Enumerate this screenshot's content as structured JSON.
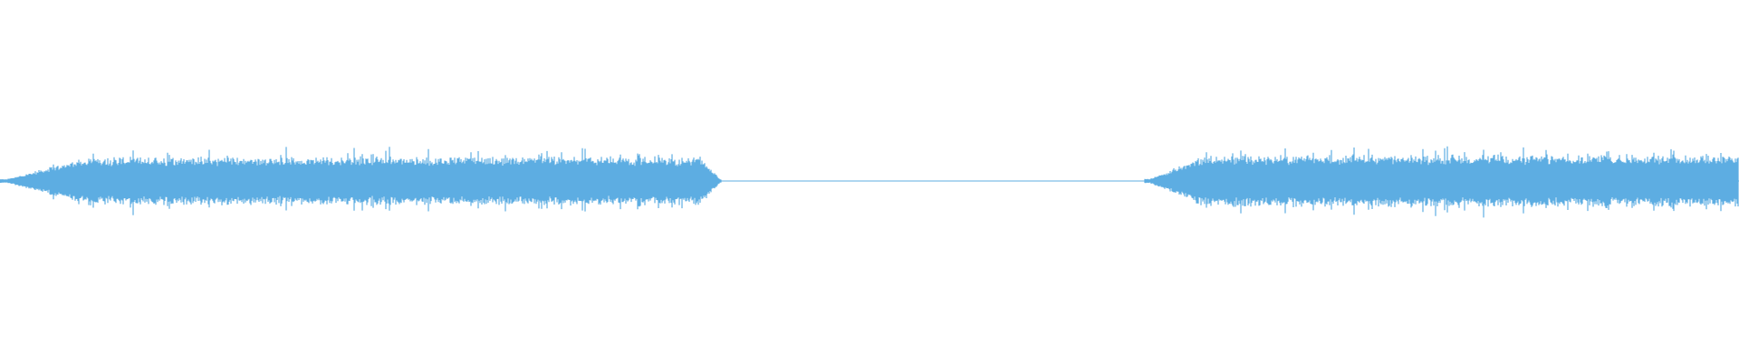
{
  "waveform": {
    "color": "#5dade2",
    "background": "#ffffff",
    "segments": [
      {
        "name": "audio-segment-1",
        "start": 0.0,
        "end": 0.415,
        "level": 0.42,
        "fade_in": 0.05,
        "fade_out": 0.012,
        "peak_spikes": 0.5
      },
      {
        "name": "silence-segment",
        "start": 0.415,
        "end": 0.658,
        "level": 0.006,
        "fade_in": 0.0,
        "fade_out": 0.0,
        "peak_spikes": 0.0
      },
      {
        "name": "audio-segment-2",
        "start": 0.658,
        "end": 1.0,
        "level": 0.45,
        "fade_in": 0.035,
        "fade_out": 0.0,
        "peak_spikes": 0.55
      }
    ]
  }
}
